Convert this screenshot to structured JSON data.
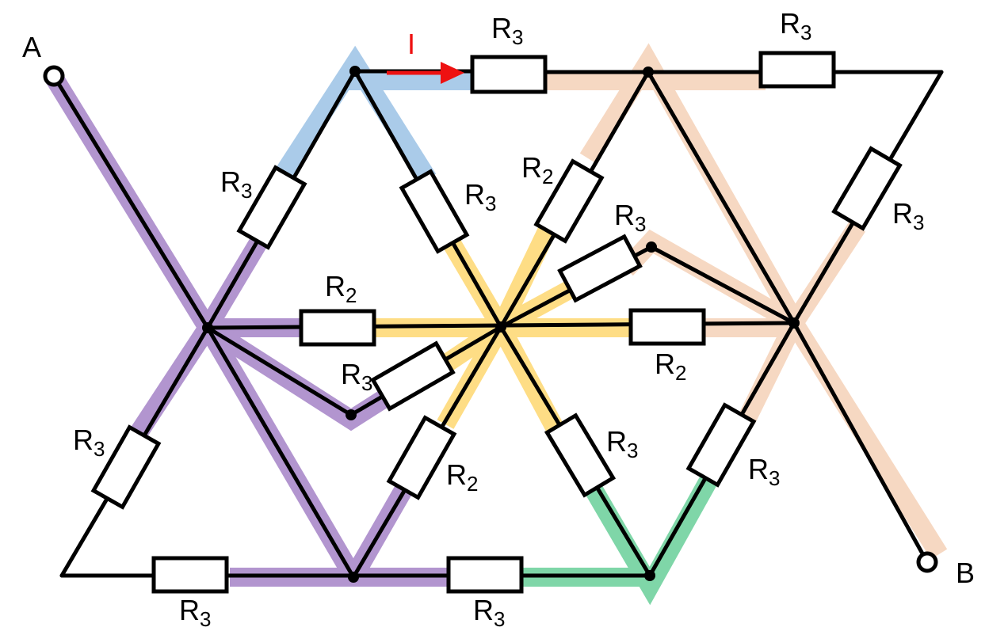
{
  "diagram": {
    "title": "Resistor network between terminals A and B",
    "terminals": [
      {
        "id": "A",
        "label": "A"
      },
      {
        "id": "B",
        "label": "B"
      }
    ],
    "current": {
      "label": "I",
      "color": "#ee1111"
    },
    "colors": {
      "purple": "#b295cf",
      "blue": "#aacbe9",
      "yellow": "#fedd85",
      "peach": "#f6d8c2",
      "green": "#7fd6a8",
      "wire": "#000000"
    },
    "resistors": [
      {
        "id": "r-top-1",
        "base": "R",
        "sub": "3"
      },
      {
        "id": "r-top-2",
        "base": "R",
        "sub": "3"
      },
      {
        "id": "r-right-upper",
        "base": "R",
        "sub": "3"
      },
      {
        "id": "r-left-upper",
        "base": "R",
        "sub": "3"
      },
      {
        "id": "r-center-upper-left",
        "base": "R",
        "sub": "3"
      },
      {
        "id": "r-center-upper-right",
        "base": "R",
        "sub": "2"
      },
      {
        "id": "r-center-upper-right-2",
        "base": "R",
        "sub": "3"
      },
      {
        "id": "r-center-left",
        "base": "R",
        "sub": "2"
      },
      {
        "id": "r-center-right",
        "base": "R",
        "sub": "2"
      },
      {
        "id": "r-center-lower-left-small",
        "base": "R",
        "sub": "3"
      },
      {
        "id": "r-left-lower",
        "base": "R",
        "sub": "3"
      },
      {
        "id": "r-center-lower-left",
        "base": "R",
        "sub": "2"
      },
      {
        "id": "r-center-lower-right",
        "base": "R",
        "sub": "3"
      },
      {
        "id": "r-right-lower",
        "base": "R",
        "sub": "3"
      },
      {
        "id": "r-bottom-1",
        "base": "R",
        "sub": "3"
      },
      {
        "id": "r-bottom-2",
        "base": "R",
        "sub": "3"
      }
    ]
  }
}
